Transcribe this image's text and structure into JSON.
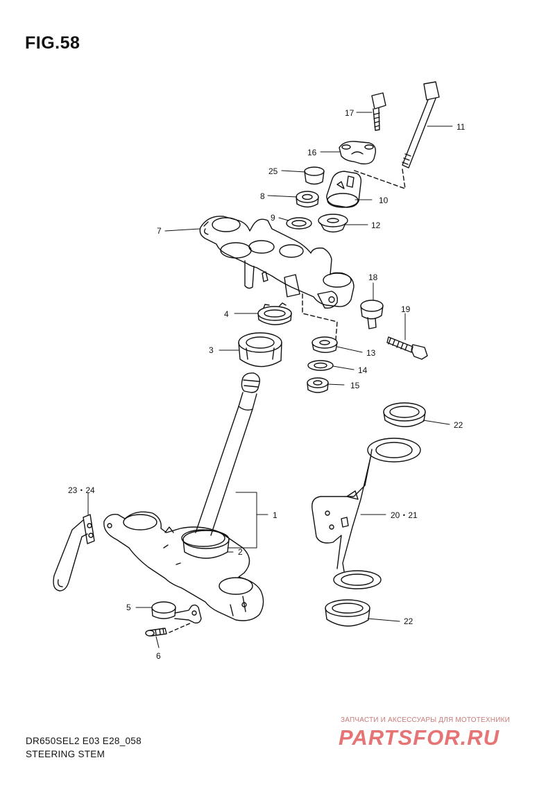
{
  "figure": {
    "title": "FIG.58",
    "model_code": "DR650SEL2 E03 E28_058",
    "section_name": "STEERING STEM"
  },
  "callouts": [
    {
      "id": "17",
      "label": "17"
    },
    {
      "id": "11",
      "label": "11"
    },
    {
      "id": "16",
      "label": "16"
    },
    {
      "id": "25",
      "label": "25"
    },
    {
      "id": "8",
      "label": "8"
    },
    {
      "id": "10",
      "label": "10"
    },
    {
      "id": "9",
      "label": "9"
    },
    {
      "id": "12",
      "label": "12"
    },
    {
      "id": "7",
      "label": "7"
    },
    {
      "id": "18",
      "label": "18"
    },
    {
      "id": "4",
      "label": "4"
    },
    {
      "id": "19",
      "label": "19"
    },
    {
      "id": "3",
      "label": "3"
    },
    {
      "id": "13",
      "label": "13"
    },
    {
      "id": "14",
      "label": "14"
    },
    {
      "id": "15",
      "label": "15"
    },
    {
      "id": "22a",
      "label": "22"
    },
    {
      "id": "23",
      "label": "23・24"
    },
    {
      "id": "1",
      "label": "1"
    },
    {
      "id": "20",
      "label": "20・21"
    },
    {
      "id": "2",
      "label": "2"
    },
    {
      "id": "5",
      "label": "5"
    },
    {
      "id": "22b",
      "label": "22"
    },
    {
      "id": "6",
      "label": "6"
    }
  ],
  "watermark": {
    "tagline": "ЗАПЧАСТИ И АКСЕССУАРЫ ДЛЯ МОТОТЕХНИКИ",
    "logo": "PARTSFOR.RU",
    "color": "#e25c5c"
  }
}
